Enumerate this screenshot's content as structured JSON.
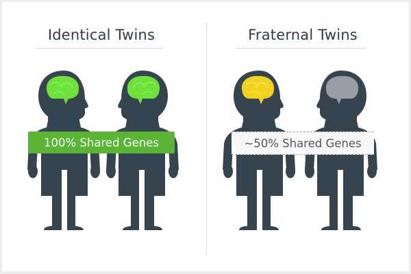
{
  "panels": {
    "left": {
      "title": "Identical Twins",
      "band_label": "100% Shared Genes",
      "band_color": "#5bb534",
      "brain_colors": [
        "#6fe23a",
        "#6fe23a"
      ]
    },
    "right": {
      "title": "Fraternal Twins",
      "band_label": "~50% Shared Genes",
      "band_style": "dashed",
      "brain_colors": [
        "#f2d21c",
        "#9a9ea3"
      ]
    }
  },
  "colors": {
    "figure": "#36444f",
    "text": "#2f3b47",
    "divider": "#d5d6d8"
  }
}
